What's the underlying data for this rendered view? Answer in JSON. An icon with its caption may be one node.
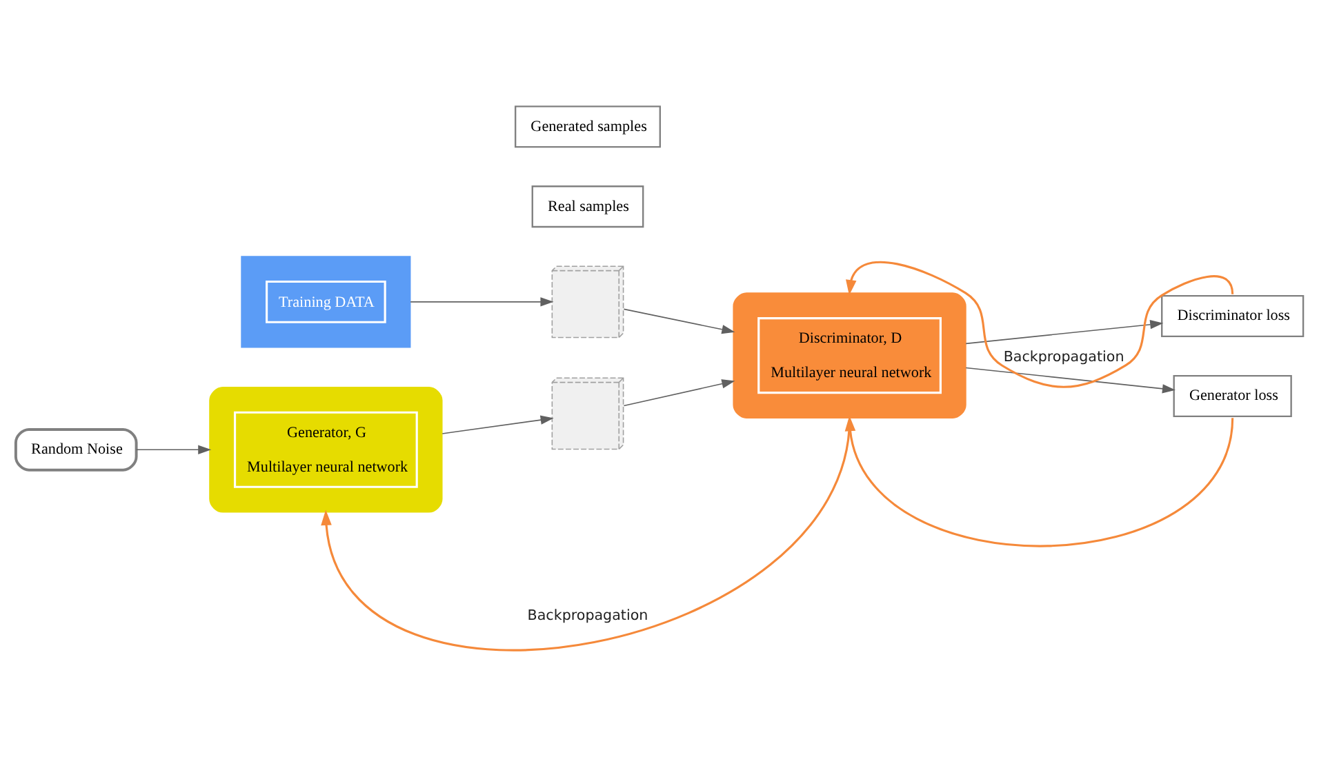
{
  "diagram": {
    "nodes": [
      {
        "text": [
          "Random Noise"
        ]
      },
      {
        "text": [
          "Generator, G",
          "Multilayer neural network"
        ]
      },
      {
        "text": [
          "Training DATA"
        ]
      },
      {
        "text": [],
        "shape": "picture"
      },
      {
        "text": [
          "Real samples"
        ]
      },
      {
        "text": [],
        "shape": "picture"
      },
      {
        "text": [
          "Generated samples"
        ]
      },
      {
        "text": [
          "Discriminator, D",
          "Multilayer neural network"
        ]
      },
      {
        "text": [
          "Discriminator loss"
        ]
      },
      {
        "text": [
          "Generator loss"
        ]
      }
    ],
    "edges": [
      {
        "from": 0,
        "to": 1,
        "arrow": "to"
      },
      {
        "from": 1,
        "to": 5,
        "arrow": "to"
      },
      {
        "from": 2,
        "to": 3,
        "arrow": "to"
      },
      {
        "from": 3,
        "to": 7,
        "arrow": "to"
      },
      {
        "from": 5,
        "to": 7,
        "arrow": "to"
      },
      {
        "from": 7,
        "to": 8,
        "arrow": "to"
      },
      {
        "from": 7,
        "to": 9,
        "arrow": "to"
      },
      {
        "from": 8,
        "to": 7,
        "arrow": "to",
        "label": "Backpropagation",
        "color": "#f5893a"
      },
      {
        "from": 9,
        "to": 7,
        "arrow": "to",
        "color": "#f5893a"
      },
      {
        "from": 7,
        "to": 1,
        "arrow": "to",
        "label": "Backpropagation",
        "color": "#f5893a"
      }
    ]
  }
}
